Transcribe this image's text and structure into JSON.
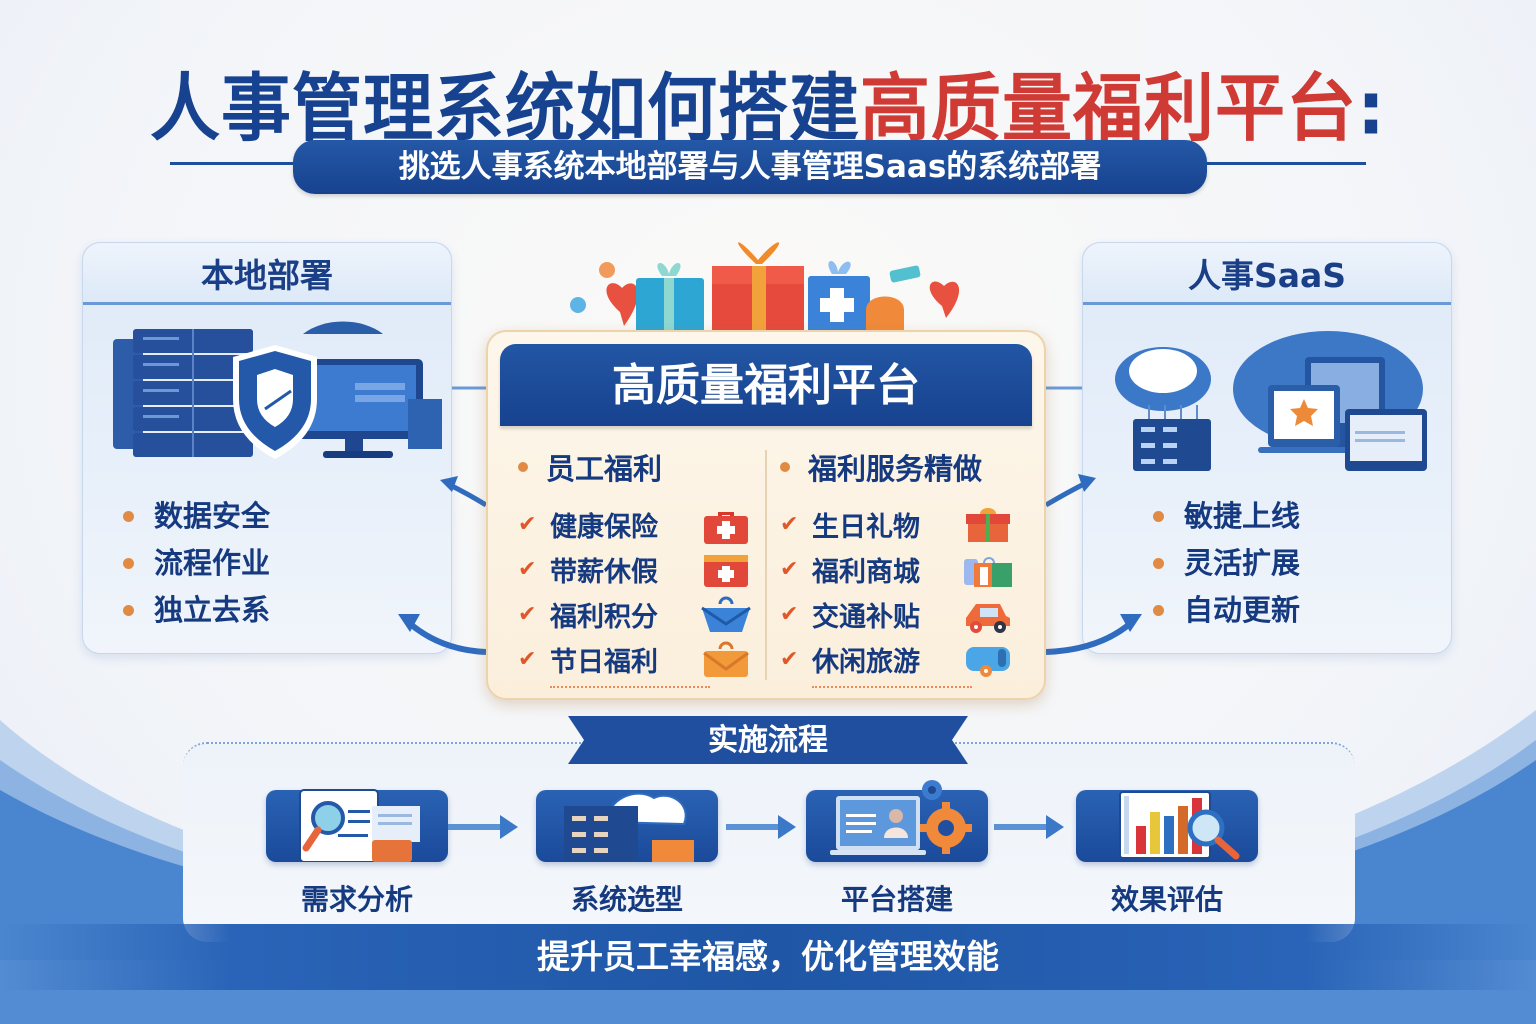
{
  "title": {
    "blue_part": "人事管理系统如何搭建",
    "red_part": "高质量福利平台",
    "suffix": ":"
  },
  "subtitle": "挑选人事系统本地部署与人事管理Saas的系统部署",
  "left_panel": {
    "title": "本地部署",
    "illustration": "server-shield-monitor",
    "items": [
      "数据安全",
      "流程作业",
      "独立去系"
    ]
  },
  "right_panel": {
    "title": "人事SaaS",
    "illustration": "cloud-server-devices",
    "items": [
      "敏捷上线",
      "灵活扩展",
      "自动更新"
    ]
  },
  "center_card": {
    "title": "高质量福利平台",
    "decoration": "gift-boxes-hearts",
    "columns": [
      {
        "heading": "员工福利",
        "items": [
          {
            "label": "健康保险",
            "icon": "first-aid-kit-icon"
          },
          {
            "label": "带薪休假",
            "icon": "red-case-star-icon"
          },
          {
            "label": "福利积分",
            "icon": "blue-bag-icon"
          },
          {
            "label": "节日福利",
            "icon": "orange-envelope-icon"
          }
        ]
      },
      {
        "heading": "福利服务精做",
        "items": [
          {
            "label": "生日礼物",
            "icon": "gift-box-icon"
          },
          {
            "label": "福利商城",
            "icon": "shopping-icon"
          },
          {
            "label": "交通补贴",
            "icon": "car-icon"
          },
          {
            "label": "休闲旅游",
            "icon": "travel-bag-icon"
          }
        ]
      }
    ]
  },
  "flow": {
    "title": "实施流程",
    "steps": [
      {
        "label": "需求分析",
        "icon": "document-search-icon"
      },
      {
        "label": "系统选型",
        "icon": "server-cloud-icon"
      },
      {
        "label": "平台搭建",
        "icon": "laptop-gear-icon"
      },
      {
        "label": "效果评估",
        "icon": "chart-magnifier-icon"
      }
    ]
  },
  "footer": "提升员工幸福感，优化管理效能",
  "colors": {
    "primary_blue": "#17428f",
    "accent_red": "#cf3a35",
    "bullet_orange": "#e08a44",
    "check_orange": "#e0582a",
    "card_cream": "#fbefdc",
    "panel_blue": "#e3ecf8"
  }
}
